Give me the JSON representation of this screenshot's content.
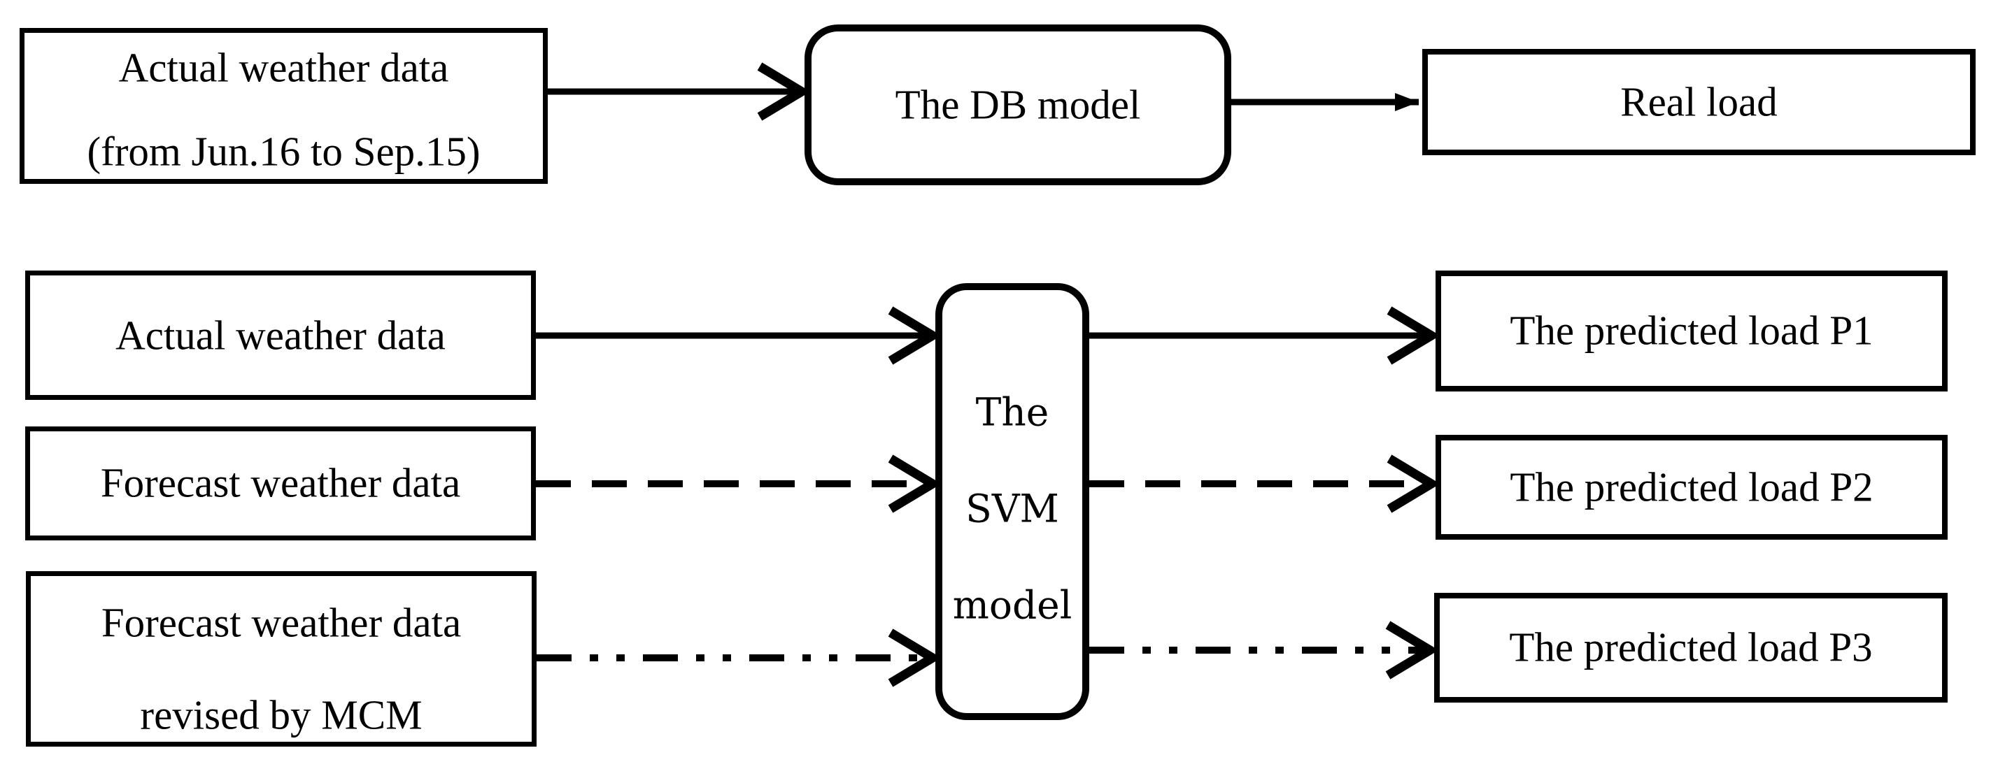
{
  "colors": {
    "ink": "#000000",
    "background": "#ffffff"
  },
  "top_flow": {
    "input_box": {
      "line1": "Actual weather data",
      "line2": "(from Jun.16 to Sep.15)"
    },
    "model_box": {
      "label": "The DB model"
    },
    "output_box": {
      "label": "Real load"
    },
    "connector_styles": {
      "input_to_model": "solid",
      "model_to_output": "solid"
    }
  },
  "bottom_flow": {
    "model_box": {
      "line1": "The",
      "line2": "SVM",
      "line3": "model"
    },
    "rows": [
      {
        "input": "Actual weather data",
        "output": "The predicted load P1",
        "line_style": "solid"
      },
      {
        "input": "Forecast weather data",
        "output": "The predicted load P2",
        "line_style": "dashed"
      },
      {
        "input_line1": "Forecast weather data",
        "input_line2": "revised by MCM",
        "output": "The predicted load P3",
        "line_style": "dash-dot-dot"
      }
    ]
  }
}
